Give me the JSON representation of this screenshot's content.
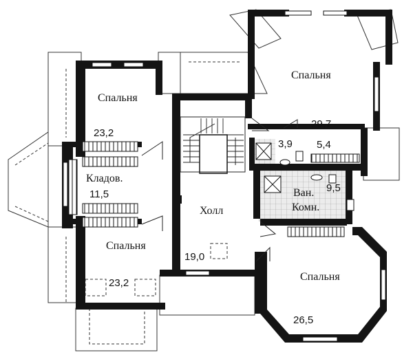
{
  "rooms": {
    "bedroom_left_top": {
      "name": "Спальня",
      "area": "23,2"
    },
    "bedroom_left_bottom": {
      "name": "Спальня",
      "area": "23,2"
    },
    "storage": {
      "name": "Кладов.",
      "area": "11,5"
    },
    "hall": {
      "name": "Холл",
      "area": "19,0"
    },
    "bedroom_right_top": {
      "name": "Спальня",
      "area": "29,7"
    },
    "wc_small": {
      "area": "3,9"
    },
    "closet_small": {
      "area": "5,4"
    },
    "bathroom": {
      "name_line1": "Ван.",
      "name_line2": "Комн.",
      "area": "9,5"
    },
    "bedroom_octagon": {
      "name": "Спальня",
      "area": "26,5"
    }
  },
  "colors": {
    "wall": "#141414",
    "line": "#222222",
    "tile": "#dcdcdc",
    "bg": "#ffffff"
  }
}
